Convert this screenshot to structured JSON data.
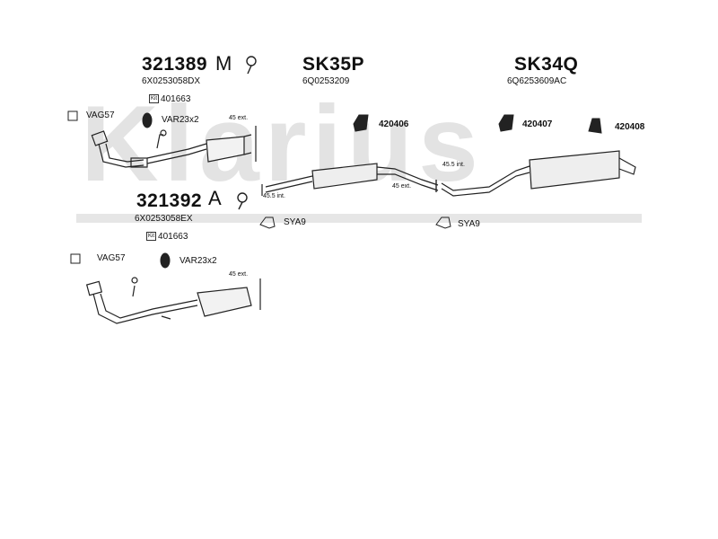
{
  "watermark": "Klarius",
  "parts": {
    "p321389": {
      "number": "321389",
      "oe": "6X0253058DX",
      "kit_label": "Kit",
      "kit": "401663"
    },
    "p321392": {
      "number": "321392",
      "oe": "6X0253058EX",
      "kit_label": "Kit",
      "kit": "401663"
    },
    "sk35p": {
      "number": "SK35P",
      "oe": "6Q0253209"
    },
    "sk34q": {
      "number": "SK34Q",
      "oe": "6Q6253609AC"
    }
  },
  "fittings": {
    "vag57_a": "VAG57",
    "var23x2_a": "VAR23x2",
    "vag57_b": "VAG57",
    "var23x2_b": "VAR23x2",
    "r420406": "420406",
    "r420407": "420407",
    "r420408": "420408",
    "sya9_a": "SYA9",
    "sya9_b": "SYA9"
  },
  "dimensions": {
    "ext45_a": "45 ext.",
    "int45_5_a": "45.5 int.",
    "int45_5_b": "45.5 int.",
    "ext45_b": "45 ext.",
    "ext45_c": "45 ext."
  },
  "symbols": {
    "m_symbol": "M",
    "a_symbol": "A"
  }
}
